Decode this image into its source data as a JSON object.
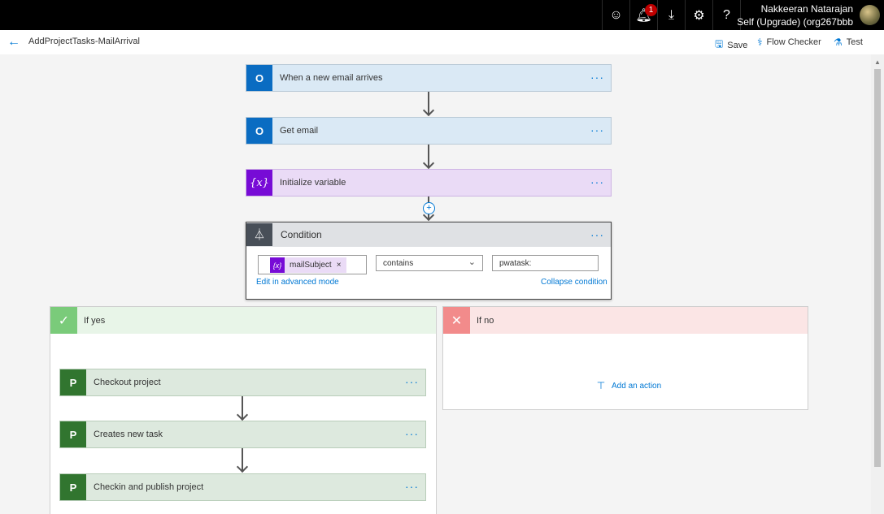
{
  "topbar": {
    "notification_count": "1",
    "user_name": "Nakkeeran Natarajan",
    "user_org": "Self (Upgrade) (org267bbb",
    "icons": [
      "smiley-icon",
      "bell-icon",
      "download-icon",
      "gear-icon",
      "help-icon"
    ]
  },
  "commandbar": {
    "flow_title": "AddProjectTasks-MailArrival",
    "save_label": "Save",
    "flow_checker_label": "Flow Checker",
    "test_label": "Test"
  },
  "steps": [
    {
      "label": "When a new email arrives",
      "connector": "outlook"
    },
    {
      "label": "Get email",
      "connector": "outlook"
    },
    {
      "label": "Initialize variable",
      "connector": "variable"
    }
  ],
  "condition": {
    "title": "Condition",
    "token_label": "mailSubject",
    "operator": "contains",
    "value": "pwatask:",
    "edit_advanced_label": "Edit in advanced mode",
    "collapse_label": "Collapse condition"
  },
  "branch_yes": {
    "title": "If yes",
    "actions": [
      {
        "label": "Checkout project"
      },
      {
        "label": "Creates new task"
      },
      {
        "label": "Checkin and publish project"
      }
    ]
  },
  "branch_no": {
    "title": "If no",
    "add_action_label": "Add an action"
  },
  "colors": {
    "outlook": "#0a6cc2",
    "variable": "#770bd6",
    "project": "#31752f",
    "condition": "#484f58",
    "accent": "#0078d4"
  }
}
